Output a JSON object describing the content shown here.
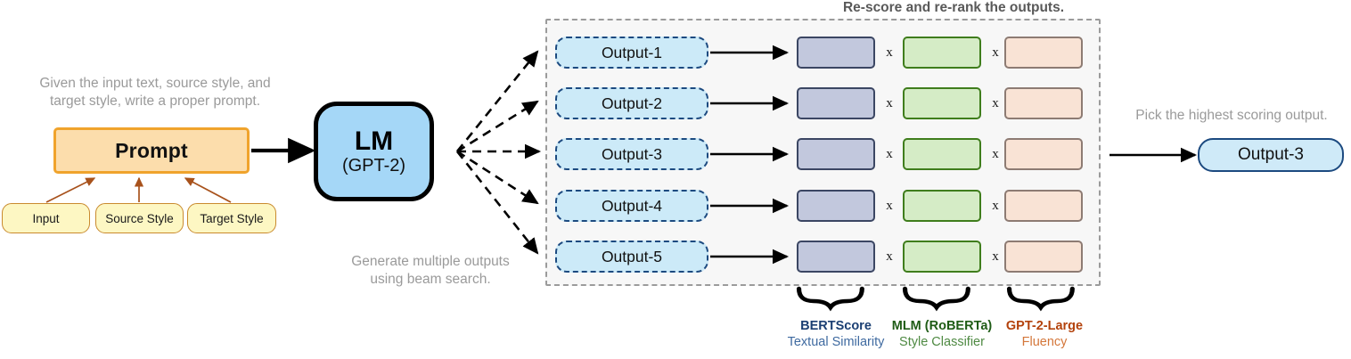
{
  "figure": {
    "captions": {
      "prompt_caption": "Given the input text, source style, and\ntarget style, write a proper prompt.",
      "beam_caption": "Generate multiple outputs\nusing beam search.",
      "rescore_title": "Re-score and re-rank the outputs.",
      "pick_caption": "Pick the highest scoring output."
    },
    "prompt_box": {
      "label": "Prompt"
    },
    "input_chips": [
      {
        "label": "Input"
      },
      {
        "label": "Source Style"
      },
      {
        "label": "Target Style"
      }
    ],
    "lm_box": {
      "title": "LM",
      "subtitle": "(GPT-2)"
    },
    "outputs": [
      {
        "label": "Output-1"
      },
      {
        "label": "Output-2"
      },
      {
        "label": "Output-3"
      },
      {
        "label": "Output-4"
      },
      {
        "label": "Output-5"
      }
    ],
    "multiply_symbol": "x",
    "score_columns": [
      {
        "key": "bertscore",
        "main": "BERTScore",
        "sub": "Textual Similarity",
        "fill": "#c2c8dd",
        "border": "#3b4663"
      },
      {
        "key": "mlm",
        "main": "MLM (RoBERTa)",
        "sub": "Style Classifier",
        "fill": "#d5ecc6",
        "border": "#3f7d1c"
      },
      {
        "key": "gpt2large",
        "main": "GPT-2-Large",
        "sub": "Fluency",
        "fill": "#f9e3d5",
        "border": "#8d7b73"
      }
    ],
    "final_output": {
      "label": "Output-3"
    },
    "colors": {
      "prompt_fill": "#fcddac",
      "prompt_border": "#f0a32c",
      "chip_fill": "#fdf7c3",
      "chip_border": "#c98a2e",
      "lm_fill": "#a5d7f7",
      "output_fill": "#cceaf8",
      "output_border": "#1c4a80",
      "region_bg": "#f7f7f7",
      "region_border": "#9b9b9b",
      "caption_text": "#9a9a9a"
    }
  }
}
